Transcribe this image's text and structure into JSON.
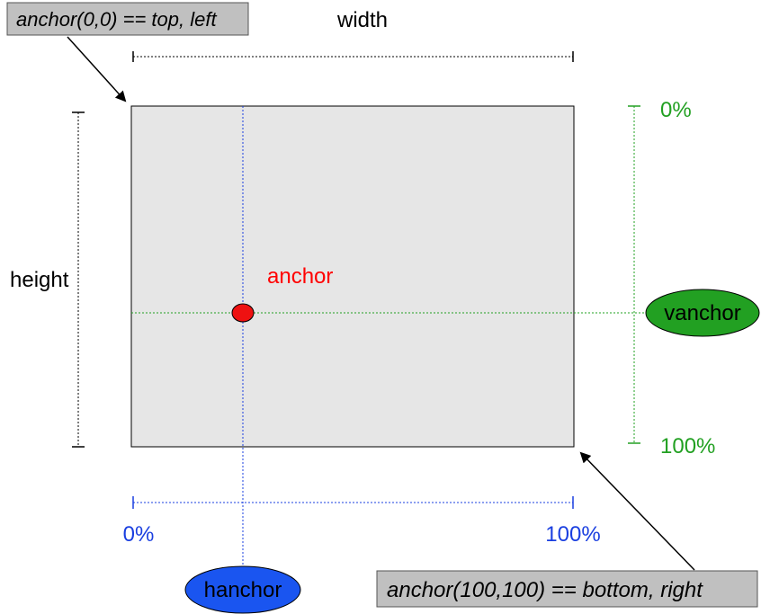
{
  "labels": {
    "top_left_note": "anchor(0,0) == top, left",
    "bottom_right_note": "anchor(100,100) == bottom, right",
    "width": "width",
    "height": "height",
    "anchor": "anchor",
    "vanchor": "vanchor",
    "hanchor": "hanchor",
    "v_top_pct": "0%",
    "v_bottom_pct": "100%",
    "h_left_pct": "0%",
    "h_right_pct": "100%"
  },
  "colors": {
    "anchor": "#ff0000",
    "vertical": "#22a022",
    "horizontal": "#1a3fe0",
    "box_fill": "#e6e6e6",
    "note_fill": "#c0c0c0",
    "vanchor_fill": "#22a022",
    "hanchor_fill": "#1a55f0"
  }
}
